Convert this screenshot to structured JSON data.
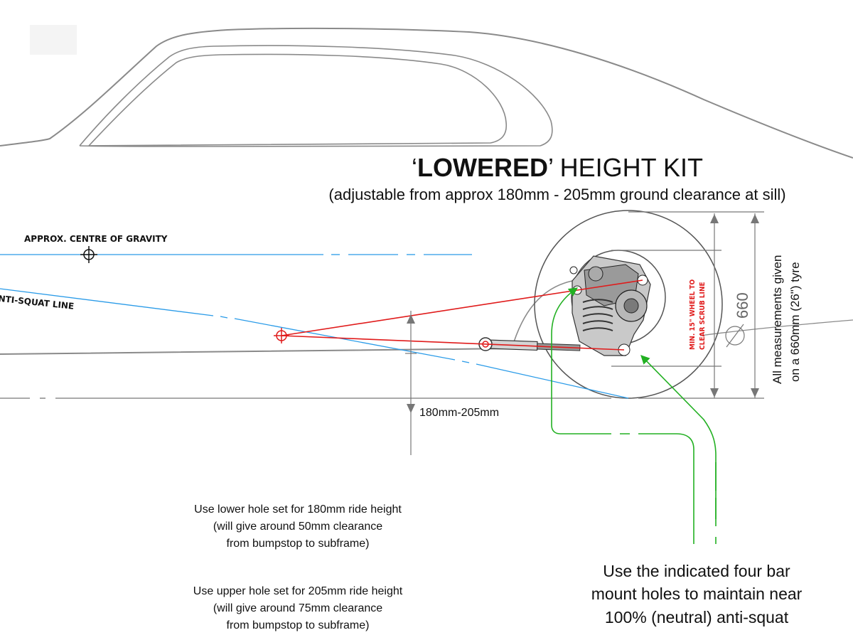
{
  "title": {
    "quote_open": "‘",
    "bold": "LOWERED",
    "rest": "’ HEIGHT KIT",
    "subtitle": "(adjustable from approx 180mm - 205mm ground clearance at sill)"
  },
  "labels": {
    "centre_of_gravity": "APPROX. CENTRE OF GRAVITY",
    "anti_squat_line": "ANTI-SQUAT LINE",
    "ride_height_range": "180mm-205mm",
    "wheel_scrub_line1": "MIN. 15\" WHEEL TO",
    "wheel_scrub_line2": "CLEAR SCRUB LINE",
    "diameter": "660",
    "measurement_note_line1": "All measurements given",
    "measurement_note_line2": "on a 660mm (26\") tyre"
  },
  "notes": {
    "lower_holes": [
      "Use lower hole set for 180mm ride height",
      "(will give around 50mm clearance",
      "from bumpstop to subframe)"
    ],
    "upper_holes": [
      "Use upper hole set for 205mm ride height",
      "(will give around 75mm clearance",
      "from bumpstop to subframe)"
    ],
    "four_bar": [
      "Use the indicated four bar",
      "mount holes to maintain near",
      "100% (neutral) anti-squat"
    ]
  },
  "colors": {
    "blue_line": "#2a9be8",
    "red_line": "#e01b1b",
    "green_arrow": "#22b022",
    "car_outline": "#8a8a8a",
    "dimension": "#777777"
  }
}
